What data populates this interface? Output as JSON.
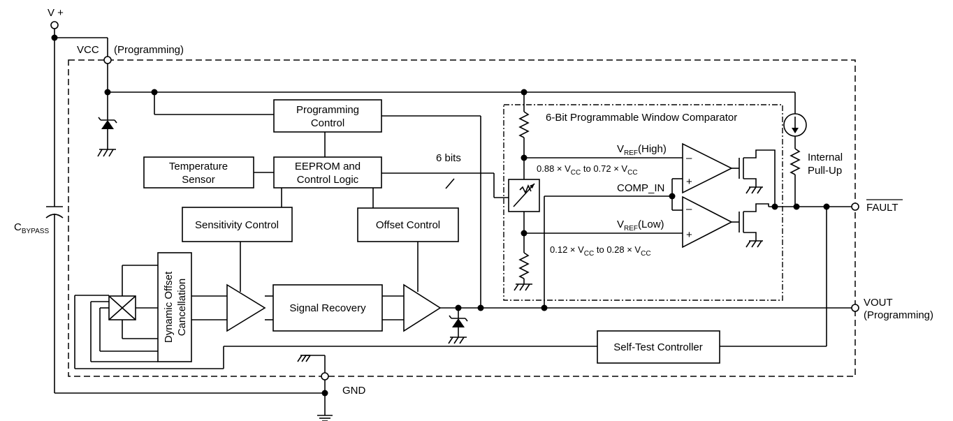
{
  "labels": {
    "v_plus": "V +",
    "vcc": "VCC",
    "vcc_programming": "(Programming)",
    "c_bypass": "C",
    "c_bypass_sub": "BYPASS",
    "gnd": "GND",
    "fault": "FAULT",
    "vout": "VOUT",
    "vout_programming": "(Programming)",
    "six_bits": "6 bits",
    "comp_in": "COMP_IN",
    "internal_pullup_1": "Internal",
    "internal_pullup_2": "Pull-Up",
    "vref_high_v": "V",
    "vref_high_sub": "REF",
    "vref_high_rest": "(High)",
    "vref_low_v": "V",
    "vref_low_sub": "REF",
    "vref_low_rest": "(Low)",
    "high_range_a": "0.88 × V",
    "high_range_sub1": "CC",
    "high_range_b": " to 0.72 × V",
    "high_range_sub2": "CC",
    "low_range_a": "0.12 × V",
    "low_range_sub1": "CC",
    "low_range_b": " to 0.28 × V",
    "low_range_sub2": "CC",
    "minus": "–",
    "plus": "+"
  },
  "blocks": {
    "programming_control_1": "Programming",
    "programming_control_2": "Control",
    "temperature_sensor_1": "Temperature",
    "temperature_sensor_2": "Sensor",
    "eeprom_1": "EEPROM and",
    "eeprom_2": "Control Logic",
    "sensitivity_control": "Sensitivity Control",
    "offset_control": "Offset Control",
    "signal_recovery": "Signal Recovery",
    "dynamic_offset_1": "Dynamic Offset",
    "dynamic_offset_2": "Cancellation",
    "self_test_controller": "Self-Test Controller",
    "window_comparator": "6-Bit Programmable Window Comparator"
  }
}
